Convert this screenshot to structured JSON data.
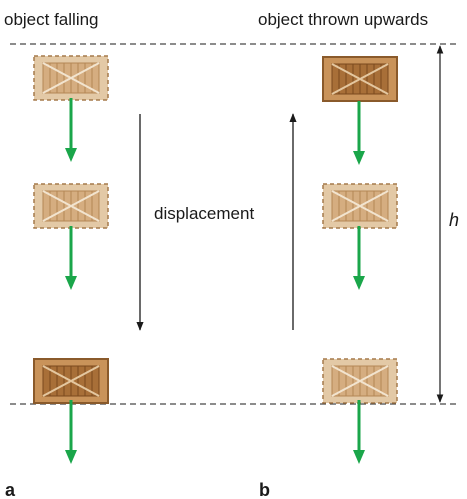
{
  "panels": {
    "a": {
      "letter": "a",
      "title": "object falling"
    },
    "b": {
      "letter": "b",
      "title": "object thrown upwards"
    }
  },
  "displacement_label": "displacement",
  "height_label": "h",
  "colors": {
    "arrow_green": "#1aa64a",
    "crate_solid": "#c9935a",
    "crate_faded": "#e3c9a6",
    "line": "#1a1a1a"
  }
}
